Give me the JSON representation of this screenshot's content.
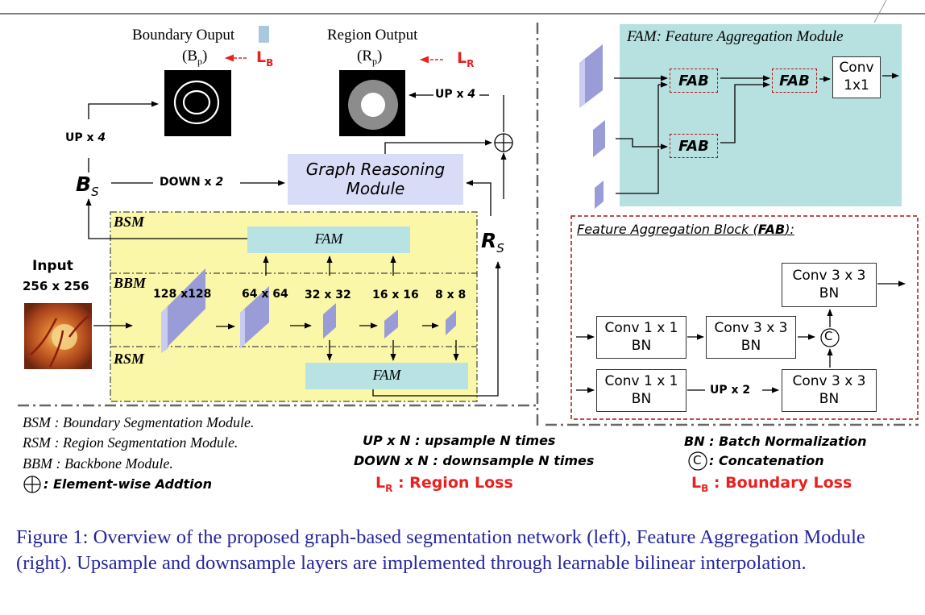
{
  "left": {
    "boundary_output": "Boundary Ouput",
    "boundary_pred": "(B",
    "boundary_pred_sub": "p",
    "boundary_pred_close": ")",
    "loss_b": "L",
    "loss_b_sub": "B",
    "region_output": "Region Output",
    "region_pred": "(R",
    "region_pred_sub": "p",
    "region_pred_close": ")",
    "loss_r": "L",
    "loss_r_sub": "R",
    "up4_left": "UP x ",
    "up4_left_n": "4",
    "up4_right": "UP x ",
    "up4_right_n": "4",
    "bs": "B",
    "bs_sub": "S",
    "down2": "DOWN x ",
    "down2_n": "2",
    "graph_reasoning_l1": "Graph Reasoning",
    "graph_reasoning_l2": "Module",
    "rs": "R",
    "rs_sub": "S",
    "bsm": "BSM",
    "bbm": "BBM",
    "rsm": "RSM",
    "fam_top": "FAM",
    "fam_bottom": "FAM",
    "input": "Input",
    "input_size": "256 x 256",
    "sizes": [
      "128 x128",
      "64 x 64",
      "32 x 32",
      "16 x 16",
      "8 x 8"
    ],
    "oplus": "⊕"
  },
  "right": {
    "fam_title": "FAM: Feature Aggregation Module",
    "fab1": "FAB",
    "fab2": "FAB",
    "fab3": "FAB",
    "conv11_l1": "Conv",
    "conv11_l2": "1x1",
    "fab_block_title_pre": "Feature Aggregation Block (",
    "fab_block_title_bold": "FAB",
    "fab_block_title_post": "):",
    "conv_a_l1": "Conv 1 x 1",
    "conv_a_l2": "BN",
    "conv_b_l1": "Conv 3 x 3",
    "conv_b_l2": "BN",
    "conv_c_l1": "Conv 3 x 3",
    "conv_c_l2": "BN",
    "conv_d_l1": "Conv 1 x 1",
    "conv_d_l2": "BN",
    "conv_e_l1": "Conv 3 x 3",
    "conv_e_l2": "BN",
    "up2": "UP x 2",
    "concat": "C"
  },
  "legend": {
    "bsm_def": "BSM : Boundary  Segmentation  Module.",
    "rsm_def": "RSM : Region  Segmentation  Module.",
    "bbm_def": "BBM : Backbone  Module.",
    "elem_sym": "⊕",
    "elem_def": ": Element-wise Addtion",
    "upn_key": "UP x N",
    "upn_def": " : upsample N times",
    "downn_key": "DOWN x N",
    "downn_def": " : downsample N times",
    "lr_key": "L",
    "lr_sub": "R",
    "lr_def": " : Region Loss",
    "bn_key": "BN",
    "bn_def": "  : Batch Normalization",
    "c_sym": "C",
    "c_def": " : Concatenation",
    "lb_key": "L",
    "lb_sub": "B",
    "lb_def": " : Boundary Loss"
  },
  "caption": "Figure 1: Overview of the proposed graph-based segmentation network (left), Feature Aggregation Module (right). Upsample and downsample layers are implemented through learnable bilinear interpolation."
}
